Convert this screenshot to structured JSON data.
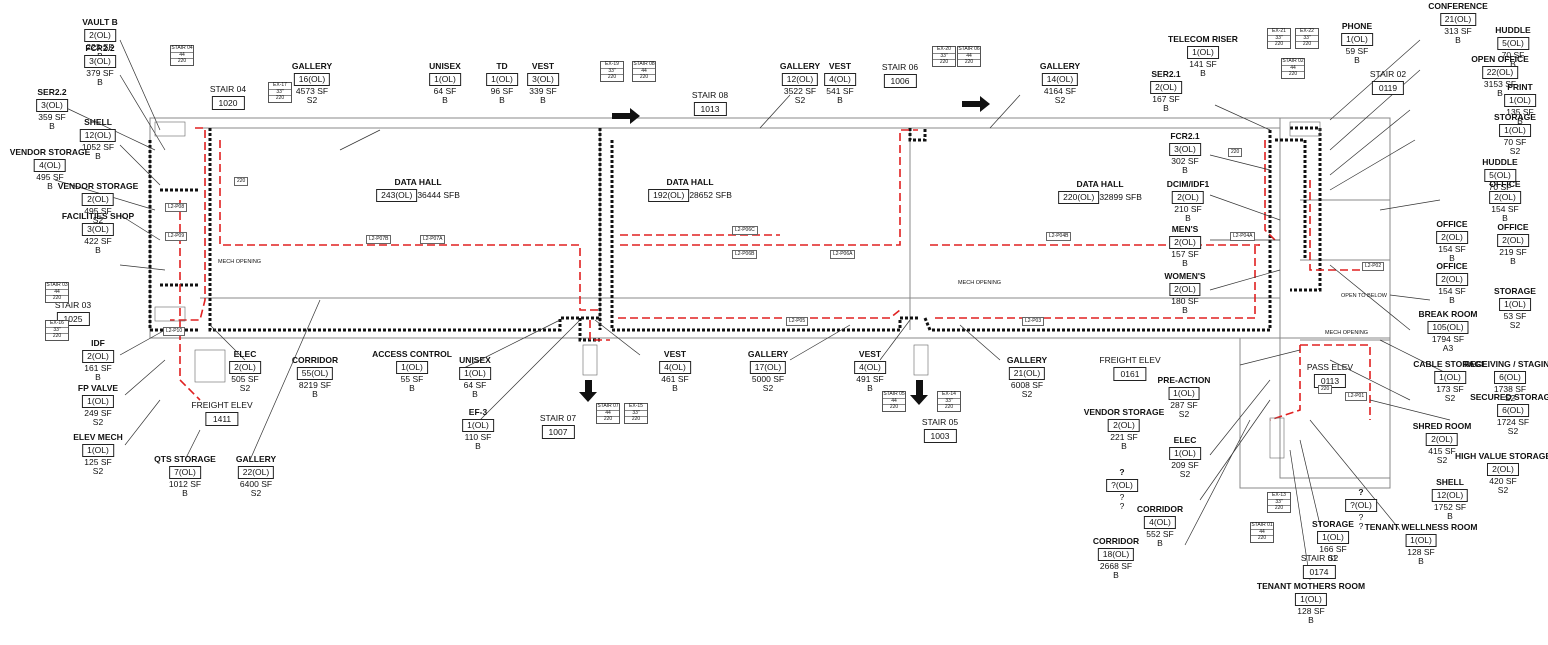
{
  "rooms": [
    {
      "name": "VAULT B",
      "occ": "2(OL)",
      "sf": "223 SF",
      "cls": "B"
    },
    {
      "name": "FCR2.2",
      "occ": "3(OL)",
      "sf": "379 SF",
      "cls": "B"
    },
    {
      "name": "SER2.2",
      "occ": "3(OL)",
      "sf": "359 SF",
      "cls": "B"
    },
    {
      "name": "SHELL",
      "occ": "12(OL)",
      "sf": "1052 SF",
      "cls": "B"
    },
    {
      "name": "VENDOR STORAGE",
      "occ": "4(OL)",
      "sf": "495 SF",
      "cls": "B"
    },
    {
      "name": "VENDOR STORAGE",
      "occ": "2(OL)",
      "sf": "495 SF",
      "cls": "S2"
    },
    {
      "name": "FACILITIES SHOP",
      "occ": "3(OL)",
      "sf": "422 SF",
      "cls": "B"
    },
    {
      "name": "IDF",
      "occ": "2(OL)",
      "sf": "161 SF",
      "cls": "B"
    },
    {
      "name": "FP VALVE",
      "occ": "1(OL)",
      "sf": "249 SF",
      "cls": "S2"
    },
    {
      "name": "ELEV MECH",
      "occ": "1(OL)",
      "sf": "125 SF",
      "cls": "S2"
    },
    {
      "name": "QTS STORAGE",
      "occ": "7(OL)",
      "sf": "1012 SF",
      "cls": "B"
    },
    {
      "name": "GALLERY",
      "occ": "22(OL)",
      "sf": "6400 SF",
      "cls": "S2"
    },
    {
      "name": "ELEC",
      "occ": "2(OL)",
      "sf": "505 SF",
      "cls": "S2"
    },
    {
      "name": "CORRIDOR",
      "occ": "55(OL)",
      "sf": "8219 SF",
      "cls": "B"
    },
    {
      "name": "ACCESS CONTROL",
      "occ": "1(OL)",
      "sf": "55 SF",
      "cls": "B"
    },
    {
      "name": "UNISEX",
      "occ": "1(OL)",
      "sf": "64 SF",
      "cls": "B"
    },
    {
      "name": "EF-3",
      "occ": "1(OL)",
      "sf": "110 SF",
      "cls": "B"
    },
    {
      "name": "VEST",
      "occ": "4(OL)",
      "sf": "461 SF",
      "cls": "B"
    },
    {
      "name": "GALLERY",
      "occ": "17(OL)",
      "sf": "5000 SF",
      "cls": "S2"
    },
    {
      "name": "VEST",
      "occ": "4(OL)",
      "sf": "491 SF",
      "cls": "B"
    },
    {
      "name": "GALLERY",
      "occ": "21(OL)",
      "sf": "6008 SF",
      "cls": "S2"
    },
    {
      "name": "GALLERY",
      "occ": "16(OL)",
      "sf": "4573 SF",
      "cls": "S2"
    },
    {
      "name": "UNISEX",
      "occ": "1(OL)",
      "sf": "64 SF",
      "cls": "B"
    },
    {
      "name": "TD",
      "occ": "1(OL)",
      "sf": "96 SF",
      "cls": "B"
    },
    {
      "name": "VEST",
      "occ": "3(OL)",
      "sf": "339 SF",
      "cls": "B"
    },
    {
      "name": "GALLERY",
      "occ": "12(OL)",
      "sf": "3522 SF",
      "cls": "S2"
    },
    {
      "name": "VEST",
      "occ": "4(OL)",
      "sf": "541 SF",
      "cls": "B"
    },
    {
      "name": "GALLERY",
      "occ": "14(OL)",
      "sf": "4164 SF",
      "cls": "S2"
    },
    {
      "name": "TELECOM RISER",
      "occ": "1(OL)",
      "sf": "141 SF",
      "cls": "B"
    },
    {
      "name": "SER2.1",
      "occ": "2(OL)",
      "sf": "167 SF",
      "cls": "B"
    },
    {
      "name": "FCR2.1",
      "occ": "3(OL)",
      "sf": "302 SF",
      "cls": "B"
    },
    {
      "name": "DCIM/IDF1",
      "occ": "2(OL)",
      "sf": "210 SF",
      "cls": "B"
    },
    {
      "name": "MEN'S",
      "occ": "2(OL)",
      "sf": "157 SF",
      "cls": "B"
    },
    {
      "name": "WOMEN'S",
      "occ": "2(OL)",
      "sf": "180 SF",
      "cls": "B"
    },
    {
      "name": "PHONE",
      "occ": "1(OL)",
      "sf": "59 SF",
      "cls": "B"
    },
    {
      "name": "CONFERENCE",
      "occ": "21(OL)",
      "sf": "313 SF",
      "cls": "B"
    },
    {
      "name": "HUDDLE",
      "occ": "5(OL)",
      "sf": "70 SF",
      "cls": "B"
    },
    {
      "name": "OPEN OFFICE",
      "occ": "22(OL)",
      "sf": "3153 SF",
      "cls": "B"
    },
    {
      "name": "PRINT",
      "occ": "1(OL)",
      "sf": "135 SF",
      "cls": "B"
    },
    {
      "name": "STORAGE",
      "occ": "1(OL)",
      "sf": "70 SF",
      "cls": "S2"
    },
    {
      "name": "HUDDLE",
      "occ": "5(OL)",
      "sf": "70 SF",
      "cls": "B"
    },
    {
      "name": "OFFICE",
      "occ": "2(OL)",
      "sf": "154 SF",
      "cls": "B"
    },
    {
      "name": "OFFICE",
      "occ": "2(OL)",
      "sf": "154 SF",
      "cls": "B"
    },
    {
      "name": "OFFICE",
      "occ": "2(OL)",
      "sf": "219 SF",
      "cls": "B"
    },
    {
      "name": "OFFICE",
      "occ": "2(OL)",
      "sf": "154 SF",
      "cls": "B"
    },
    {
      "name": "STORAGE",
      "occ": "1(OL)",
      "sf": "53 SF",
      "cls": "S2"
    },
    {
      "name": "BREAK ROOM",
      "occ": "105(OL)",
      "sf": "1794 SF",
      "cls": "A3"
    },
    {
      "name": "RECEIVING / STAGING",
      "occ": "6(OL)",
      "sf": "1738 SF",
      "cls": "S2"
    },
    {
      "name": "CABLE STORAGE",
      "occ": "1(OL)",
      "sf": "173 SF",
      "cls": "S2"
    },
    {
      "name": "SECURED STORAGE",
      "occ": "6(OL)",
      "sf": "1724 SF",
      "cls": "S2"
    },
    {
      "name": "SHRED ROOM",
      "occ": "2(OL)",
      "sf": "415 SF",
      "cls": "S2"
    },
    {
      "name": "HIGH VALUE STORAGE",
      "occ": "2(OL)",
      "sf": "420 SF",
      "cls": "S2"
    },
    {
      "name": "SHELL",
      "occ": "12(OL)",
      "sf": "1752 SF",
      "cls": "B"
    },
    {
      "name": "?",
      "occ": "?(OL)",
      "sf": "?",
      "cls": "?"
    },
    {
      "name": "TENANT WELLNESS ROOM",
      "occ": "1(OL)",
      "sf": "128 SF",
      "cls": "B"
    },
    {
      "name": "STORAGE",
      "occ": "1(OL)",
      "sf": "166 SF",
      "cls": "S2"
    },
    {
      "name": "TENANT MOTHERS ROOM",
      "occ": "1(OL)",
      "sf": "128 SF",
      "cls": "B"
    },
    {
      "name": "PRE-ACTION",
      "occ": "1(OL)",
      "sf": "287 SF",
      "cls": "S2"
    },
    {
      "name": "VENDOR STORAGE",
      "occ": "2(OL)",
      "sf": "221 SF",
      "cls": "B"
    },
    {
      "name": "ELEC",
      "occ": "1(OL)",
      "sf": "209 SF",
      "cls": "S2"
    },
    {
      "name": "?",
      "occ": "?(OL)",
      "sf": "?",
      "cls": "?"
    },
    {
      "name": "CORRIDOR",
      "occ": "4(OL)",
      "sf": "552 SF",
      "cls": "B"
    },
    {
      "name": "CORRIDOR",
      "occ": "18(OL)",
      "sf": "2668 SF",
      "cls": "B"
    }
  ],
  "data_halls": [
    {
      "name": "DATA HALL",
      "occ": "243(OL)",
      "sf": "36444 SF",
      "cls": "B"
    },
    {
      "name": "DATA HALL",
      "occ": "192(OL)",
      "sf": "28652 SF",
      "cls": "B"
    },
    {
      "name": "DATA HALL",
      "occ": "220(OL)",
      "sf": "32899 SF",
      "cls": "B"
    }
  ],
  "stairs": [
    {
      "name": "STAIR 04",
      "num": "1020"
    },
    {
      "name": "STAIR 03",
      "num": "1025"
    },
    {
      "name": "STAIR 08",
      "num": "1013"
    },
    {
      "name": "STAIR 06",
      "num": "1006"
    },
    {
      "name": "STAIR 02",
      "num": "0119"
    },
    {
      "name": "STAIR 07",
      "num": "1007"
    },
    {
      "name": "STAIR 05",
      "num": "1003"
    },
    {
      "name": "STAIR 01",
      "num": "0174"
    },
    {
      "name": "FREIGHT ELEV",
      "num": "1411"
    },
    {
      "name": "FREIGHT ELEV",
      "num": "0161"
    },
    {
      "name": "PASS ELEV",
      "num": "0113"
    }
  ],
  "exit_tags": [
    {
      "l1": "STAIR 04",
      "l2": "44",
      "l3": "220"
    },
    {
      "l1": "EX-17",
      "l2": "33\"",
      "l3": "220"
    },
    {
      "l1": "STAIR 03",
      "l2": "44",
      "l3": "220"
    },
    {
      "l1": "EX-16",
      "l2": "33\"",
      "l3": "220"
    },
    {
      "l1": "EX-19",
      "l2": "33\"",
      "l3": "220"
    },
    {
      "l1": "STAIR 08",
      "l2": "44",
      "l3": "220"
    },
    {
      "l1": "EX-20",
      "l2": "33\"",
      "l3": "220"
    },
    {
      "l1": "STAIR 06",
      "l2": "44",
      "l3": "220"
    },
    {
      "l1": "EX-21",
      "l2": "33\"",
      "l3": "220"
    },
    {
      "l1": "EX-22",
      "l2": "33\"",
      "l3": "220"
    },
    {
      "l1": "STAIR 02",
      "l2": "44",
      "l3": "220"
    },
    {
      "l1": "STAIR 07",
      "l2": "44",
      "l3": "220"
    },
    {
      "l1": "EX-15",
      "l2": "33\"",
      "l3": "220"
    },
    {
      "l1": "STAIR 05",
      "l2": "44",
      "l3": "220"
    },
    {
      "l1": "EX-14",
      "l2": "33\"",
      "l3": "220"
    },
    {
      "l1": "EX-13",
      "l2": "33\"",
      "l3": "220"
    },
    {
      "l1": "STAIR 01",
      "l2": "44",
      "l3": "220"
    }
  ],
  "path_labels": [
    "L2-P08",
    "L2-P09",
    "L2-P07B",
    "L2-P07A",
    "L2-P10",
    "L2-P06C",
    "L2-P06B",
    "L2-P06A",
    "L2-P05",
    "L2-P04B",
    "L2-P04A",
    "L2-P03",
    "L2-P02",
    "L2-P01",
    "220",
    "220",
    "220"
  ],
  "notes": [
    "MECH OPENING",
    "MECH OPENING",
    "MECH OPENING",
    "OPEN TO BELOW"
  ],
  "colors": {
    "egress": "#e02020",
    "wall": "#111111",
    "room_line": "#999999"
  }
}
